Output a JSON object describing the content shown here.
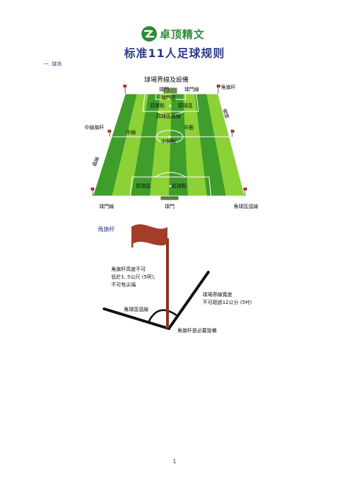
{
  "header": {
    "logo_icon": "zd-logo-icon",
    "logo_text": "卓顶精文",
    "title": "标准11人足球规则",
    "section": "一. 球场"
  },
  "field": {
    "title": "球場界線及設備",
    "labels": {
      "goal_top": "球門",
      "goal_line_top": "球門線",
      "corner_flag_top": "角旗杆",
      "goal_area": "球門區",
      "penalty_spot_top": "罰球點",
      "penalty_arc": "罰球區弧線",
      "penalty_area_top": "罰球區",
      "touchline_right": "邊線",
      "halfway_flag": "中線旗杆",
      "halfway_line": "中線",
      "center_circle": "中圈",
      "center_spot": "中開點",
      "touchline_left": "邊線",
      "penalty_area_bottom": "罰球區",
      "penalty_spot_bottom": "罰球點",
      "goal_line_bottom": "球門線",
      "goal_bottom": "球門",
      "corner_arc": "角球區弧線"
    }
  },
  "flag": {
    "title": "角旗杆",
    "note_height": [
      "角旗杆高度不可",
      "低於1. 5公尺 (5呎),",
      "不可有尖端"
    ],
    "note_line_width": [
      "球場界線寬度",
      "不可超過12公分 (5吋)"
    ],
    "label_arc": "角球區弧線",
    "label_required": "角旗杆是必要設備"
  },
  "footer": {
    "page_number": "1"
  },
  "colors": {
    "grass_light": "#8cd236",
    "grass_dark": "#3f9d2b",
    "flag": "#a43c2a",
    "title": "#2a3a8a"
  }
}
